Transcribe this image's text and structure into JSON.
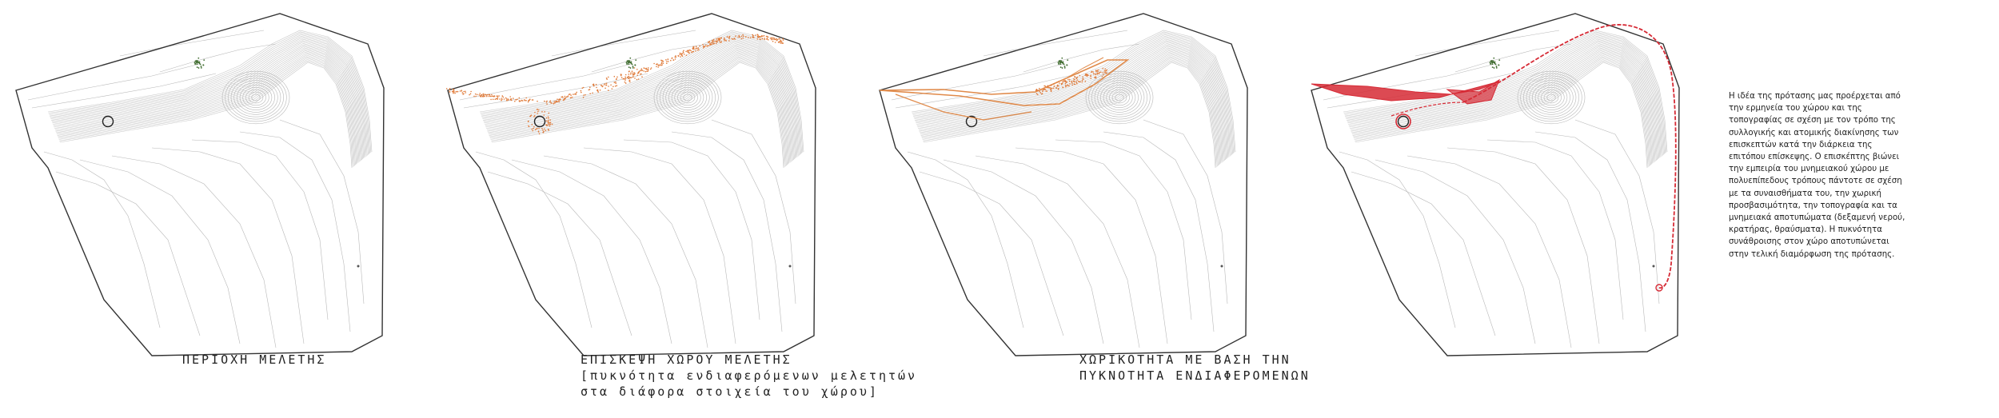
{
  "panels": [
    {
      "caption": [
        "ΠΕΡΙΟΧΗ ΜΕΛΕΤΗΣ"
      ]
    },
    {
      "caption": [
        "ΕΠΙΣΚΕΨΗ ΧΩΡΟΥ ΜΕΛΕΤΗΣ",
        "[πυκνότητα ενδιαφερόμενων μελετητών",
        "στα διάφορα στοιχεία του χώρου]"
      ]
    },
    {
      "caption": [
        "ΧΩΡΙΚΟΤΗΤΑ ΜΕ ΒΑΣΗ ΤΗΝ",
        "ΠΥΚΝΟΤΗΤΑ ΕΝΔΙΑΦΕΡΟΜΕΝΩΝ"
      ]
    },
    {
      "caption": []
    }
  ],
  "description": "Η ιδέα της πρότασης μας προέρχεται από την ερμηνεία του χώρου και της τοπογραφίας σε σχέση με τον τρόπο της συλλογικής και ατομικής διακίνησης των επισκεπτών κατά την διάρκεια της επιτόπου επίσκεψης. Ο επισκέπτης βιώνει την εμπειρία του μνημειακού χώρου με πολυεπίπεδους τρόπους πάντοτε σε σχέση με τα συναισθήματα του, την χωρική προσβασιμότητα, την τοπογραφία και τα μνημειακά αποτυπώματα (δεξαμενή νερού, κρατήρας, θραύσματα). Η πυκνότητα συνάθροισης στον χώρο αποτυπώνεται στην τελική διαμόρφωση της πρότασης.",
  "colors": {
    "outline": "#333333",
    "contour": "#b8b8b8",
    "dense_contour": "#c6c6c6",
    "visitors": "#e07b3a",
    "spatial": "#e08a4a",
    "proposal": "#d62a35",
    "vegetation": "#3e6b2e"
  }
}
